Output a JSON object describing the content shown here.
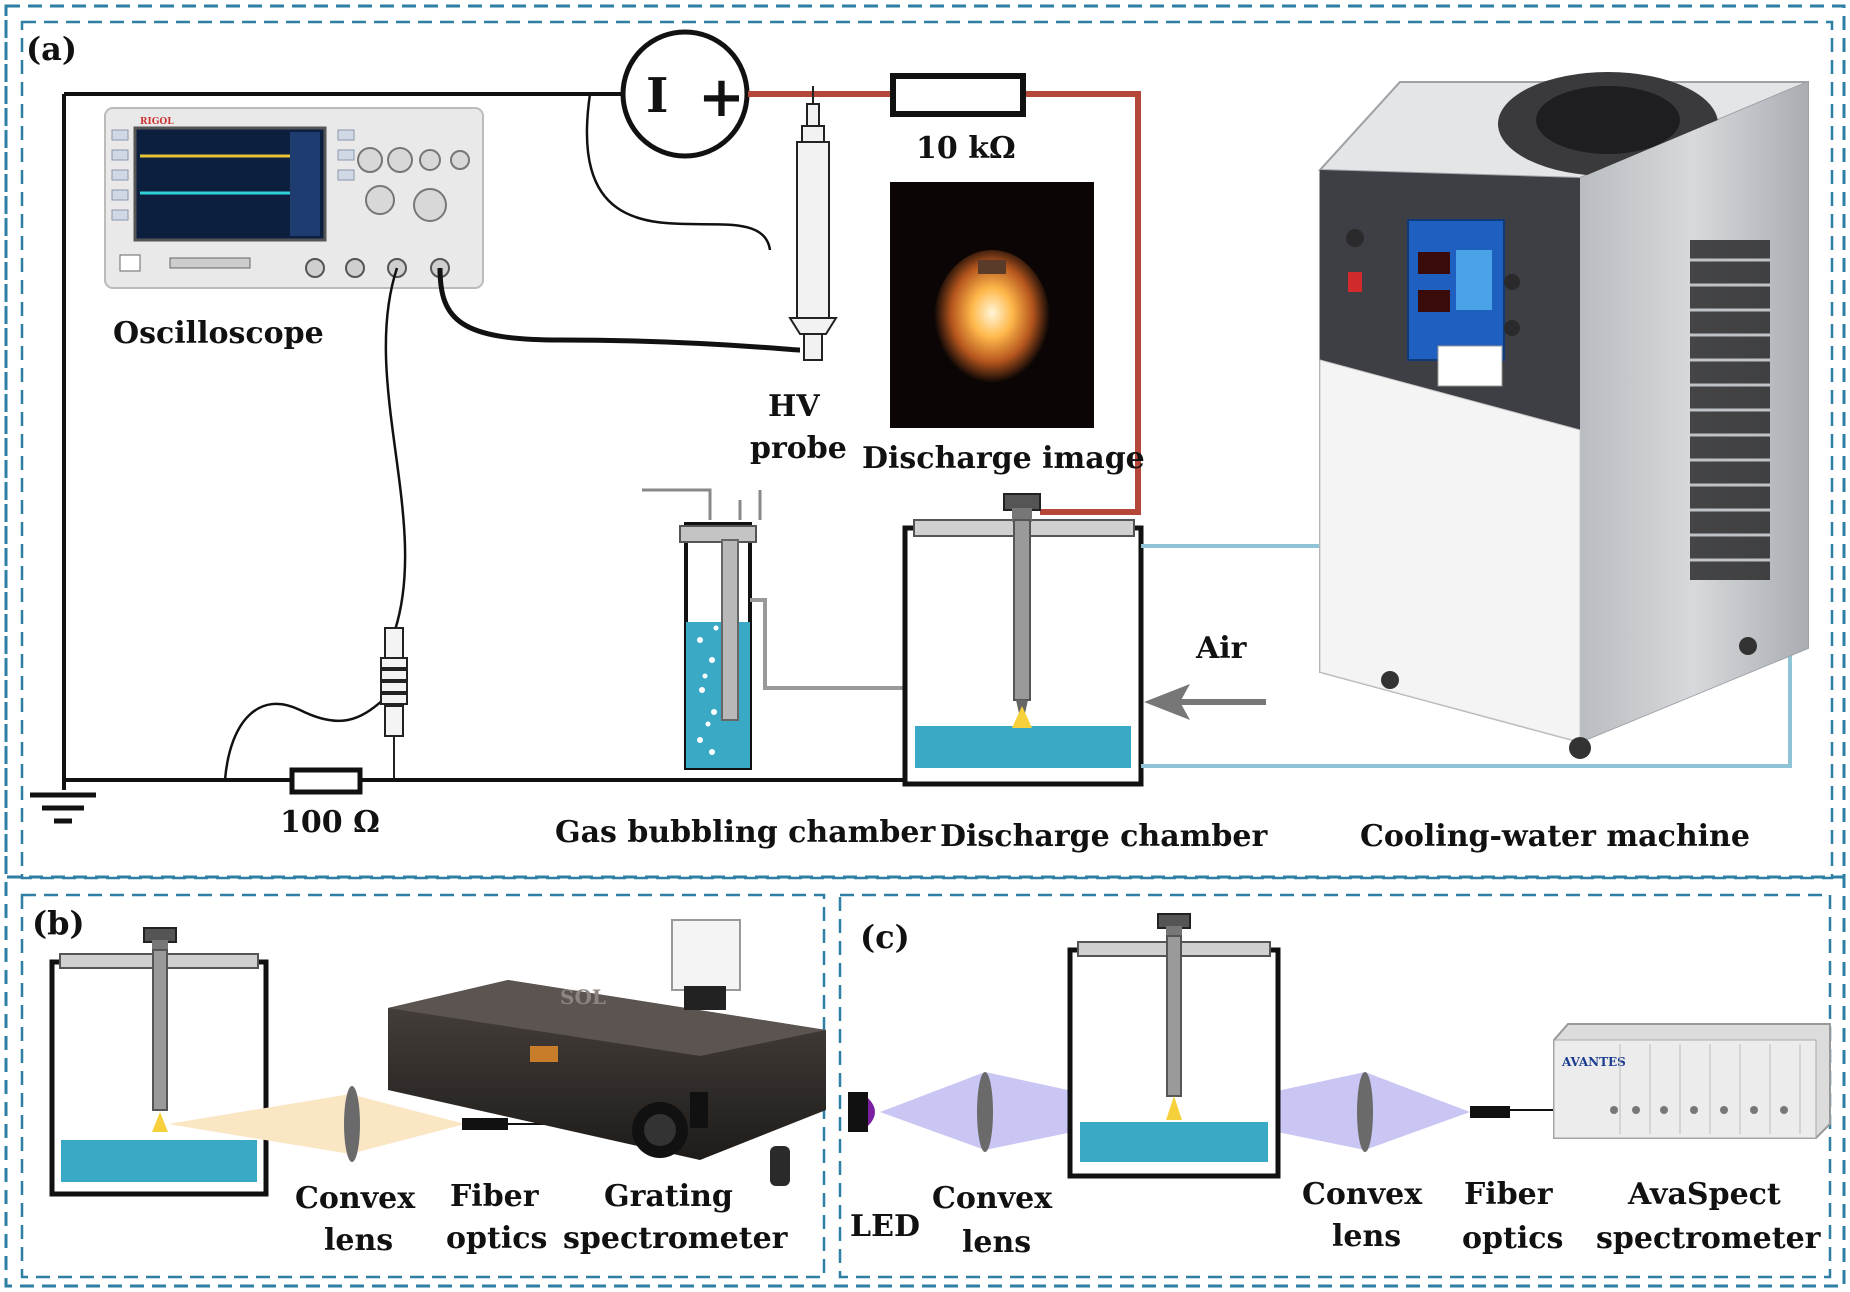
{
  "colors": {
    "border": "#2e7fa3",
    "wire": "#111111",
    "hv_wire": "#b5473a",
    "water": "#3aa9c6",
    "cool_pipe": "#8fc3d6",
    "plasma": "#f6d13b",
    "lens_cone": "#fbe6c4",
    "led_cone": "#c9c6f3"
  },
  "panels": {
    "a": {
      "tag": "(a)",
      "resistor_hv": "10 kΩ",
      "resistor_ground": "100 Ω",
      "oscilloscope": "Oscilloscope",
      "hv_probe_line1": "HV",
      "hv_probe_line2": "probe",
      "discharge_image": "Discharge image",
      "air": "Air",
      "gas_bubbling": "Gas bubbling chamber",
      "discharge_chamber": "Discharge chamber",
      "cooling": "Cooling-water machine",
      "source_plus": "+",
      "source_minus": "I",
      "scope_brand": "RIGOL"
    },
    "b": {
      "tag": "(b)",
      "convex_line1": "Convex",
      "convex_line2": "lens",
      "fiber_line1": "Fiber",
      "fiber_line2": "optics",
      "grating_line1": "Grating",
      "grating_line2": "spectrometer",
      "brand": "SOL"
    },
    "c": {
      "tag": "(c)",
      "led": "LED",
      "convex1_line1": "Convex",
      "convex1_line2": "lens",
      "convex2_line1": "Convex",
      "convex2_line2": "lens",
      "fiber_line1": "Fiber",
      "fiber_line2": "optics",
      "ava_line1": "AvaSpect",
      "ava_line2": "spectrometer",
      "brand": "AVANTES"
    }
  }
}
